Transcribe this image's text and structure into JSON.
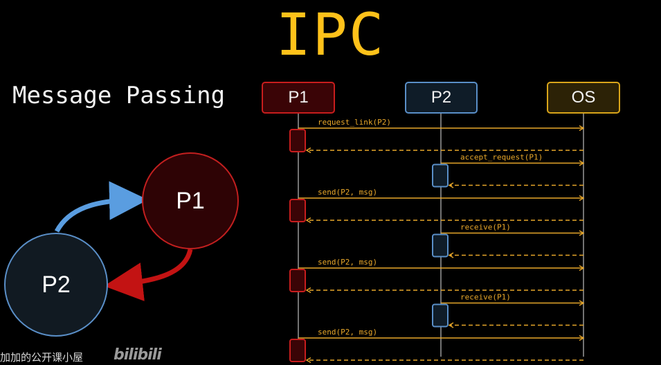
{
  "title": "IPC",
  "subtitle": "Message Passing",
  "bubbles": {
    "p1": "P1",
    "p2": "P2"
  },
  "lanes": [
    {
      "id": "p1",
      "label": "P1"
    },
    {
      "id": "p2",
      "label": "P2"
    },
    {
      "id": "os",
      "label": "OS"
    }
  ],
  "messages": [
    {
      "from": "p1",
      "label": "request_link(P2)"
    },
    {
      "from": "p2",
      "label": "accept_request(P1)"
    },
    {
      "from": "p1",
      "label": "send(P2, msg)"
    },
    {
      "from": "p2",
      "label": "receive(P1)"
    },
    {
      "from": "p1",
      "label": "send(P2, msg)"
    },
    {
      "from": "p2",
      "label": "receive(P1)"
    },
    {
      "from": "p1",
      "label": "send(P2, msg)"
    }
  ],
  "colors": {
    "accent": "#ffc21a",
    "message_line": "#e8a72a",
    "p1": "#c81d1d",
    "p2": "#5a8fc8",
    "os": "#d9a51a"
  },
  "watermark": {
    "text": "加加的公开课小屋",
    "logo": "bilibili"
  }
}
